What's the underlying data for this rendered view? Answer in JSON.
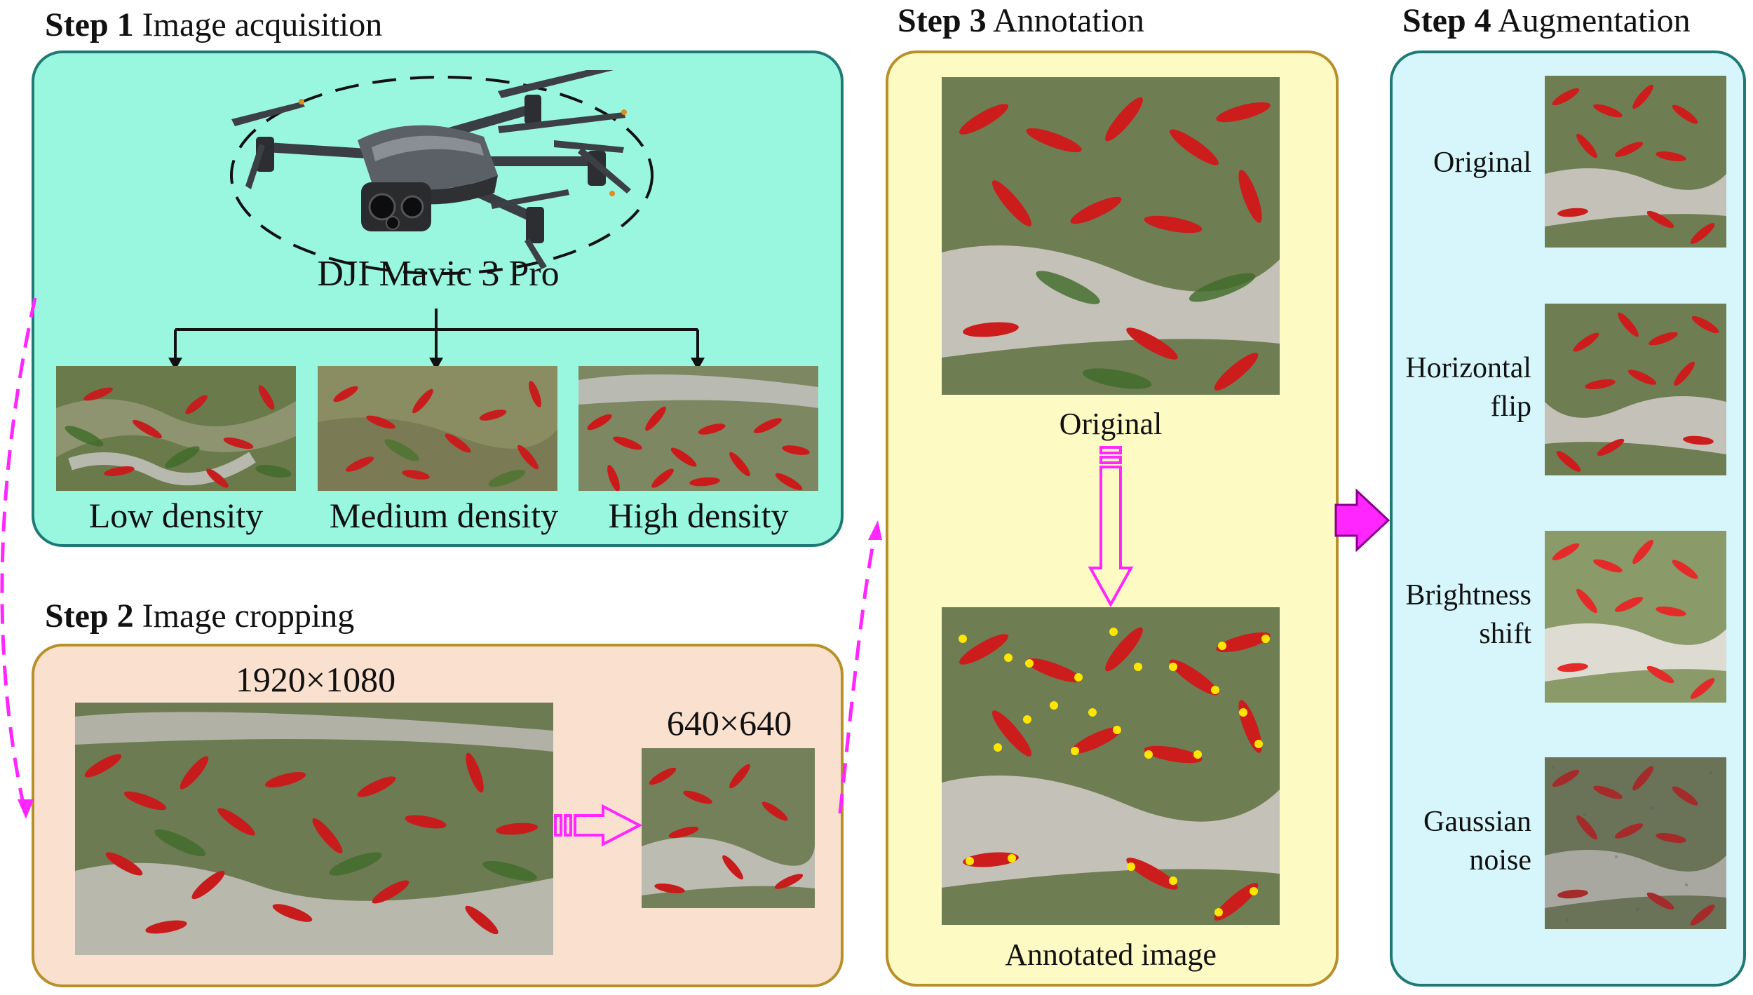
{
  "colors": {
    "step1_fill": "#9af7df",
    "step1_border": "#1f7a75",
    "step2_fill": "#fae0cf",
    "step2_border": "#b8902a",
    "step3_fill": "#fefac4",
    "step3_border": "#b8902a",
    "step4_fill": "#d6f6fb",
    "step4_border": "#1f7a75",
    "arrow": "#ff26ff",
    "keypoint": "#ffe600"
  },
  "step1": {
    "step_no": "Step 1",
    "title": "Image acquisition",
    "drone_label": "DJI Mavic 3 Pro",
    "densities": [
      "Low density",
      "Medium density",
      "High density"
    ]
  },
  "step2": {
    "step_no": "Step 2",
    "title": "Image cropping",
    "source_size": "1920×1080",
    "crop_size": "640×640"
  },
  "step3": {
    "step_no": "Step 3",
    "title": "Annotation",
    "original_label": "Original",
    "annotated_label": "Annotated image"
  },
  "step4": {
    "step_no": "Step 4",
    "title": "Augmentation",
    "items": [
      {
        "label": "Original"
      },
      {
        "label": "Horizontal flip"
      },
      {
        "label": "Brightness shift"
      },
      {
        "label": "Gaussian noise"
      }
    ]
  }
}
